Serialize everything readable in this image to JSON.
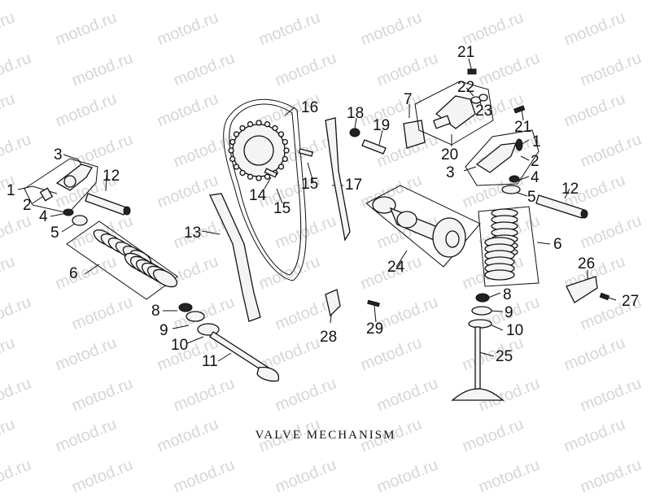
{
  "watermark": "motod.ru",
  "caption": "VALVE MECHANISM",
  "callouts": [
    "1",
    "2",
    "3",
    "4",
    "5",
    "6",
    "7",
    "8",
    "9",
    "10",
    "11",
    "12",
    "13",
    "14",
    "15",
    "16",
    "17",
    "18",
    "19",
    "20",
    "21",
    "22",
    "23",
    "24",
    "25",
    "26",
    "27",
    "28",
    "29"
  ]
}
